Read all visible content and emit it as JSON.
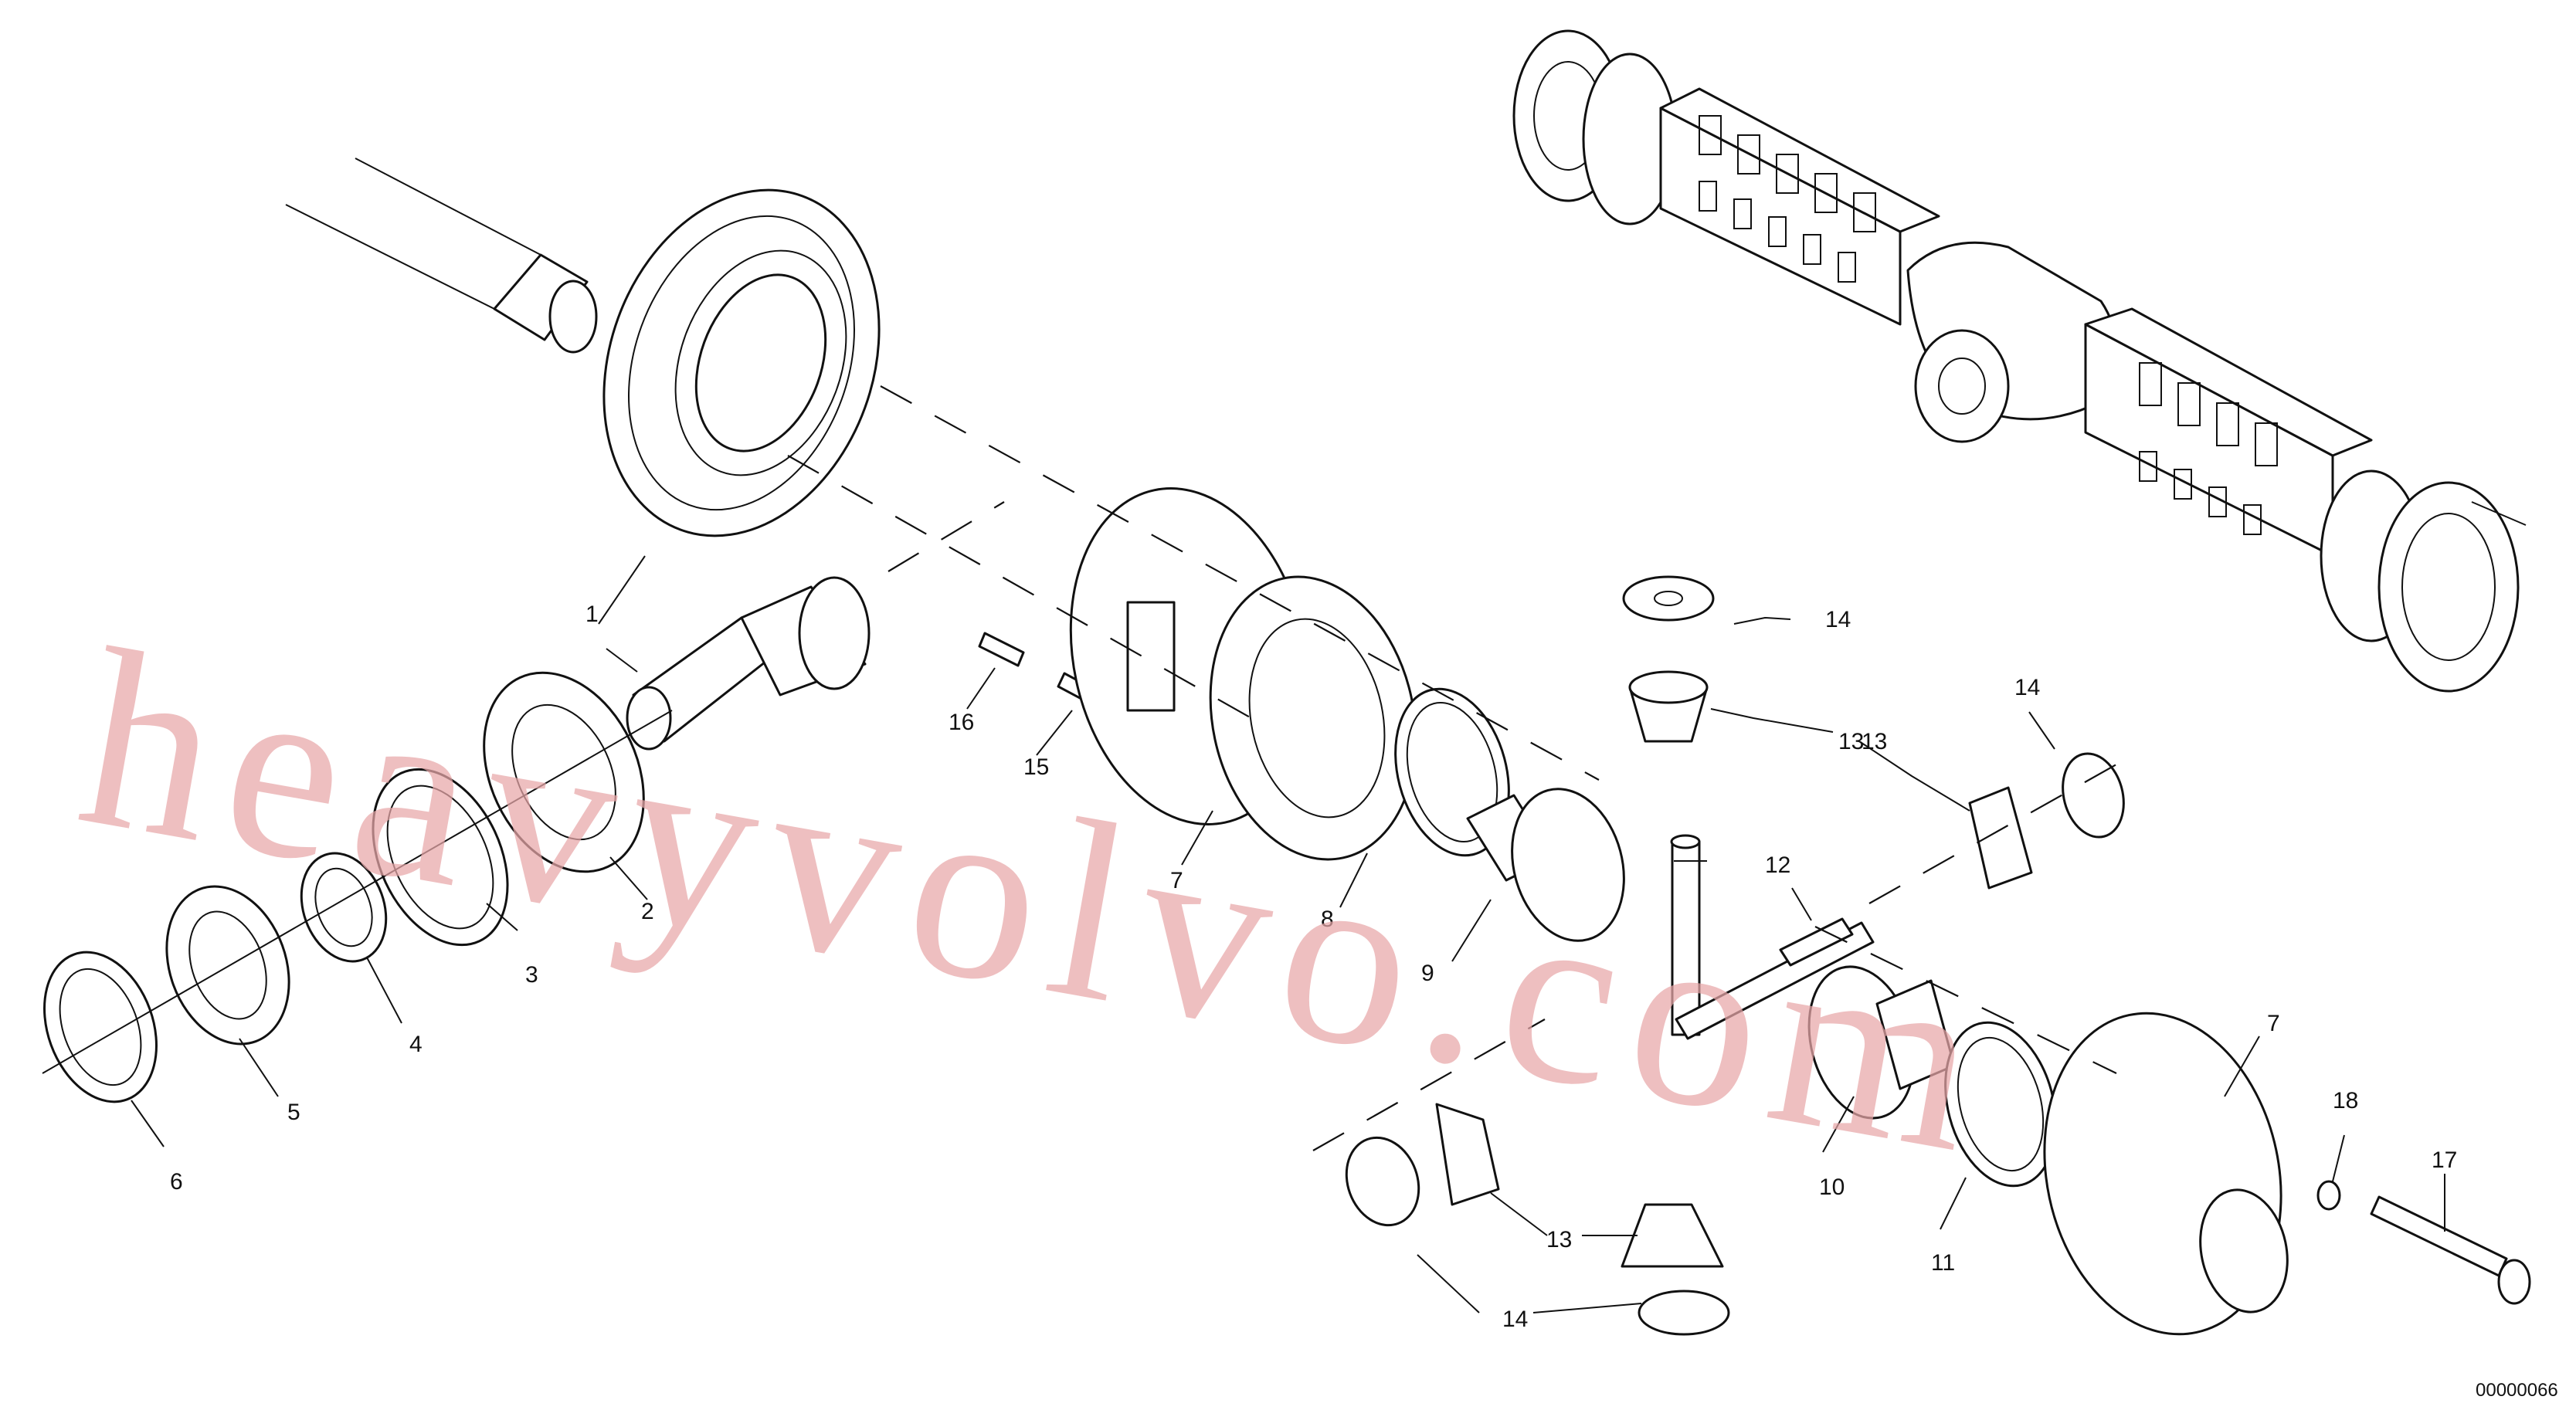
{
  "drawing": {
    "watermark": "heavyvolvo.com",
    "code": "00000066",
    "callouts": [
      {
        "id": "c1",
        "text": "1"
      },
      {
        "id": "c2",
        "text": "2"
      },
      {
        "id": "c3",
        "text": "3"
      },
      {
        "id": "c4",
        "text": "4"
      },
      {
        "id": "c5",
        "text": "5"
      },
      {
        "id": "c6",
        "text": "6"
      },
      {
        "id": "c7a",
        "text": "7"
      },
      {
        "id": "c7b",
        "text": "7"
      },
      {
        "id": "c8",
        "text": "8"
      },
      {
        "id": "c9",
        "text": "9"
      },
      {
        "id": "c10",
        "text": "10"
      },
      {
        "id": "c11",
        "text": "11"
      },
      {
        "id": "c12",
        "text": "12"
      },
      {
        "id": "c13a",
        "text": "13"
      },
      {
        "id": "c13b",
        "text": "13"
      },
      {
        "id": "c13c",
        "text": "13"
      },
      {
        "id": "c14a",
        "text": "14"
      },
      {
        "id": "c14b",
        "text": "14"
      },
      {
        "id": "c14c",
        "text": "14"
      },
      {
        "id": "c15",
        "text": "15"
      },
      {
        "id": "c16",
        "text": "16"
      },
      {
        "id": "c17",
        "text": "17"
      },
      {
        "id": "c18",
        "text": "18"
      }
    ]
  }
}
